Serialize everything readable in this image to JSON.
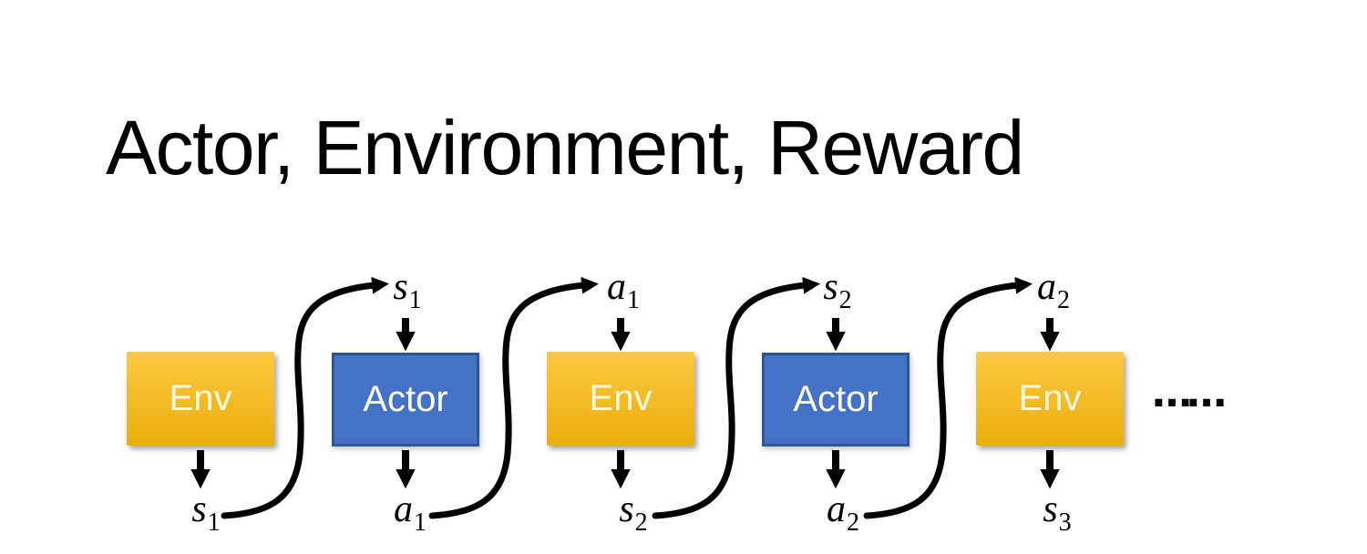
{
  "title": "Actor, Environment, Reward",
  "colors": {
    "title_color": "#000000",
    "arrow": "#000000",
    "env_top": "#FCC841",
    "env_bottom": "#EAAE0C",
    "env_text": "#FFF9E3",
    "actor_fill": "#4472C4",
    "actor_border": "#2F5597",
    "actor_text": "#FFFFFF"
  },
  "boxes": [
    {
      "label": "Env",
      "type": "env"
    },
    {
      "label": "Actor",
      "type": "actor"
    },
    {
      "label": "Env",
      "type": "env"
    },
    {
      "label": "Actor",
      "type": "actor"
    },
    {
      "label": "Env",
      "type": "env"
    }
  ],
  "labels": {
    "top": [
      {
        "base": "s",
        "sub": "1"
      },
      {
        "base": "a",
        "sub": "1"
      },
      {
        "base": "s",
        "sub": "2"
      },
      {
        "base": "a",
        "sub": "2"
      }
    ],
    "bottom": [
      {
        "base": "s",
        "sub": "1"
      },
      {
        "base": "a",
        "sub": "1"
      },
      {
        "base": "s",
        "sub": "2"
      },
      {
        "base": "a",
        "sub": "2"
      },
      {
        "base": "s",
        "sub": "3"
      }
    ]
  },
  "ellipsis": "……"
}
